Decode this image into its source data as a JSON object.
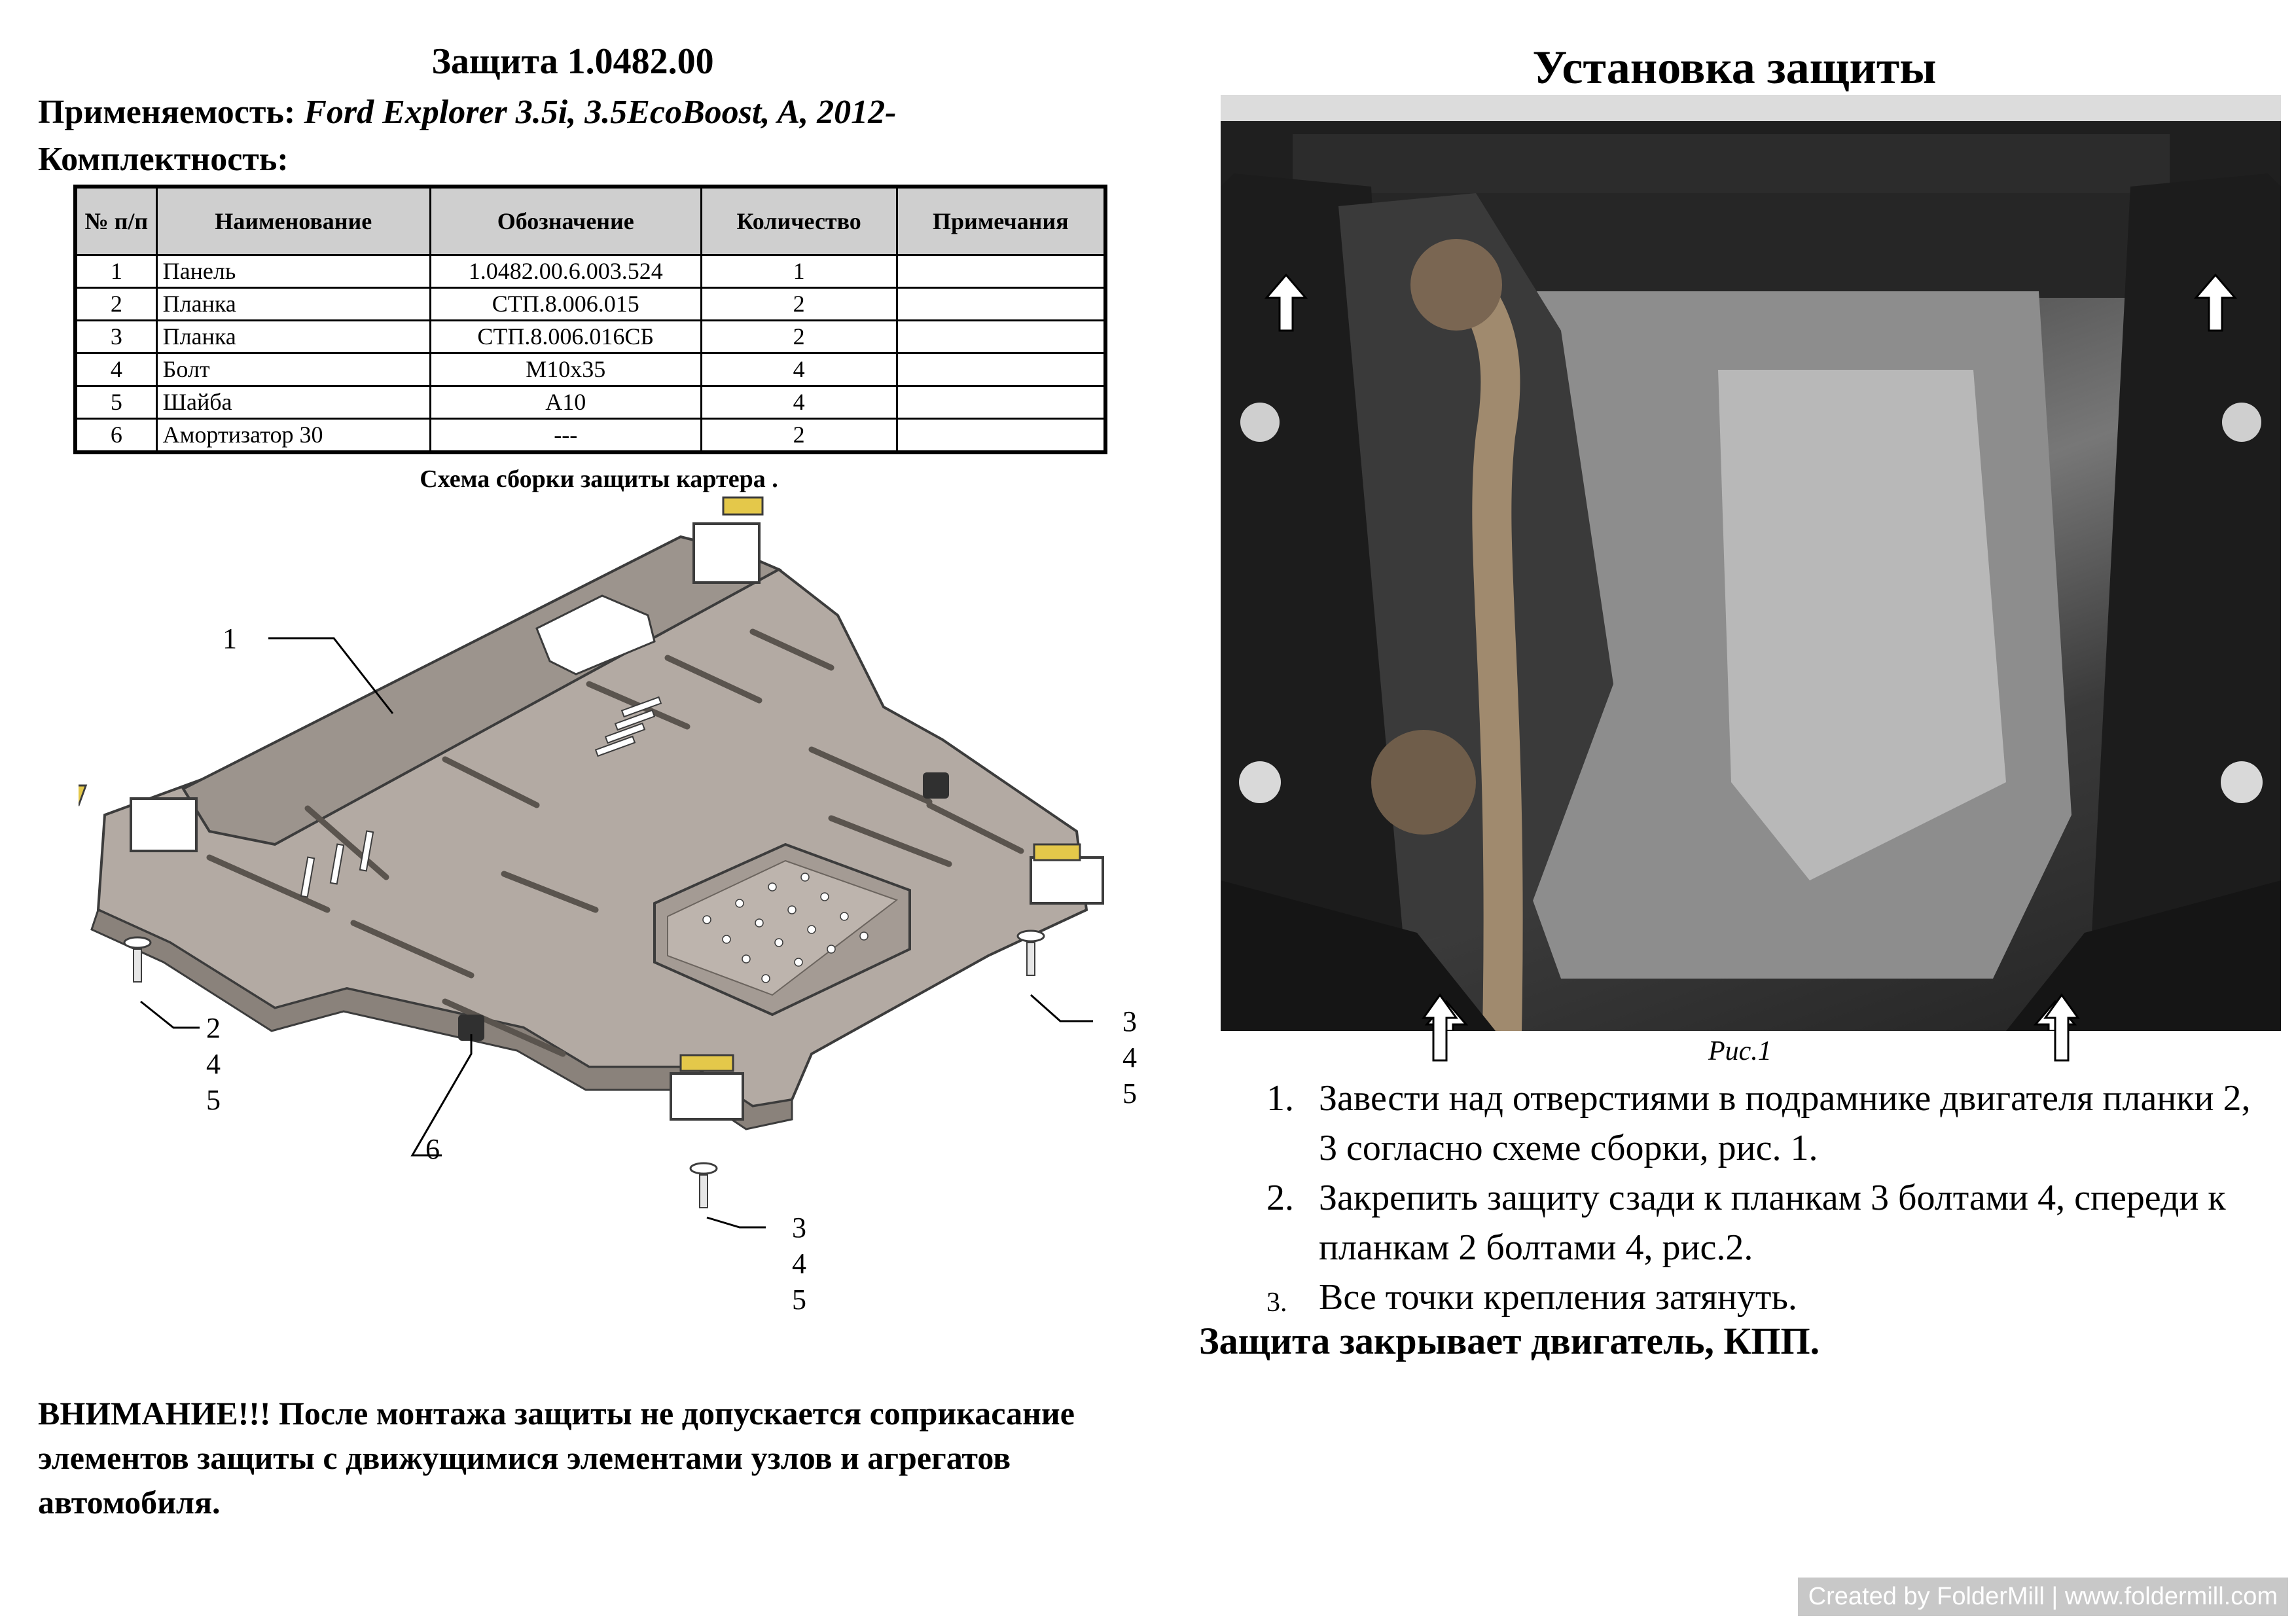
{
  "left": {
    "title": "Защита 1.0482.00",
    "applic_label": "Применяемость:",
    "applic_value": "Ford Explorer 3.5i, 3.5EcoBoost, A, 2012-",
    "kompl": "Комплектность:",
    "table": {
      "headers": [
        "№ п/п",
        "Наименование",
        "Обозначение",
        "Количество",
        "Примечания"
      ],
      "rows": [
        [
          "1",
          "Панель",
          "1.0482.00.6.003.524",
          "1",
          ""
        ],
        [
          "2",
          "Планка",
          "СТП.8.006.015",
          "2",
          ""
        ],
        [
          "3",
          "Планка",
          "СТП.8.006.016СБ",
          "2",
          ""
        ],
        [
          "4",
          "Болт",
          "М10х35",
          "4",
          ""
        ],
        [
          "5",
          "Шайба",
          "А10",
          "4",
          ""
        ],
        [
          "6",
          "Амортизатор 30",
          "---",
          "2",
          ""
        ]
      ]
    },
    "schema_caption": "Схема сборки защиты картера .",
    "callouts": {
      "c1": "1",
      "c245": [
        "2",
        "4",
        "5"
      ],
      "c6": "6",
      "c345_right": [
        "3",
        "4",
        "5"
      ],
      "c345_bottom": [
        "3",
        "4",
        "5"
      ]
    },
    "warning": "ВНИМАНИЕ!!! После монтажа защиты не допускается соприкасание элементов защиты с движущимися элементами узлов и агрегатов автомобиля."
  },
  "right": {
    "title": "Установка защиты",
    "figure_caption": "Рис.1",
    "steps": [
      {
        "num": "1.",
        "text": "Завести над отверстиями в подрамнике двигателя планки 2, 3 согласно схеме сборки, рис. 1."
      },
      {
        "num": "2.",
        "text": "Закрепить защиту сзади к планкам 3 болтами 4, спереди к планкам 2 болтами 4, рис.2."
      },
      {
        "num": "3.",
        "text": "Все точки крепления затянуть."
      }
    ],
    "summary": "Защита закрывает двигатель, КПП."
  },
  "watermark": "Created by FolderMill | www.foldermill.com",
  "colors": {
    "plate_fill": "#b3aaa3",
    "plate_edge": "#3c3c3c",
    "bracket_yellow": "#e4c84a",
    "header_gray": "#cfcfcf"
  }
}
